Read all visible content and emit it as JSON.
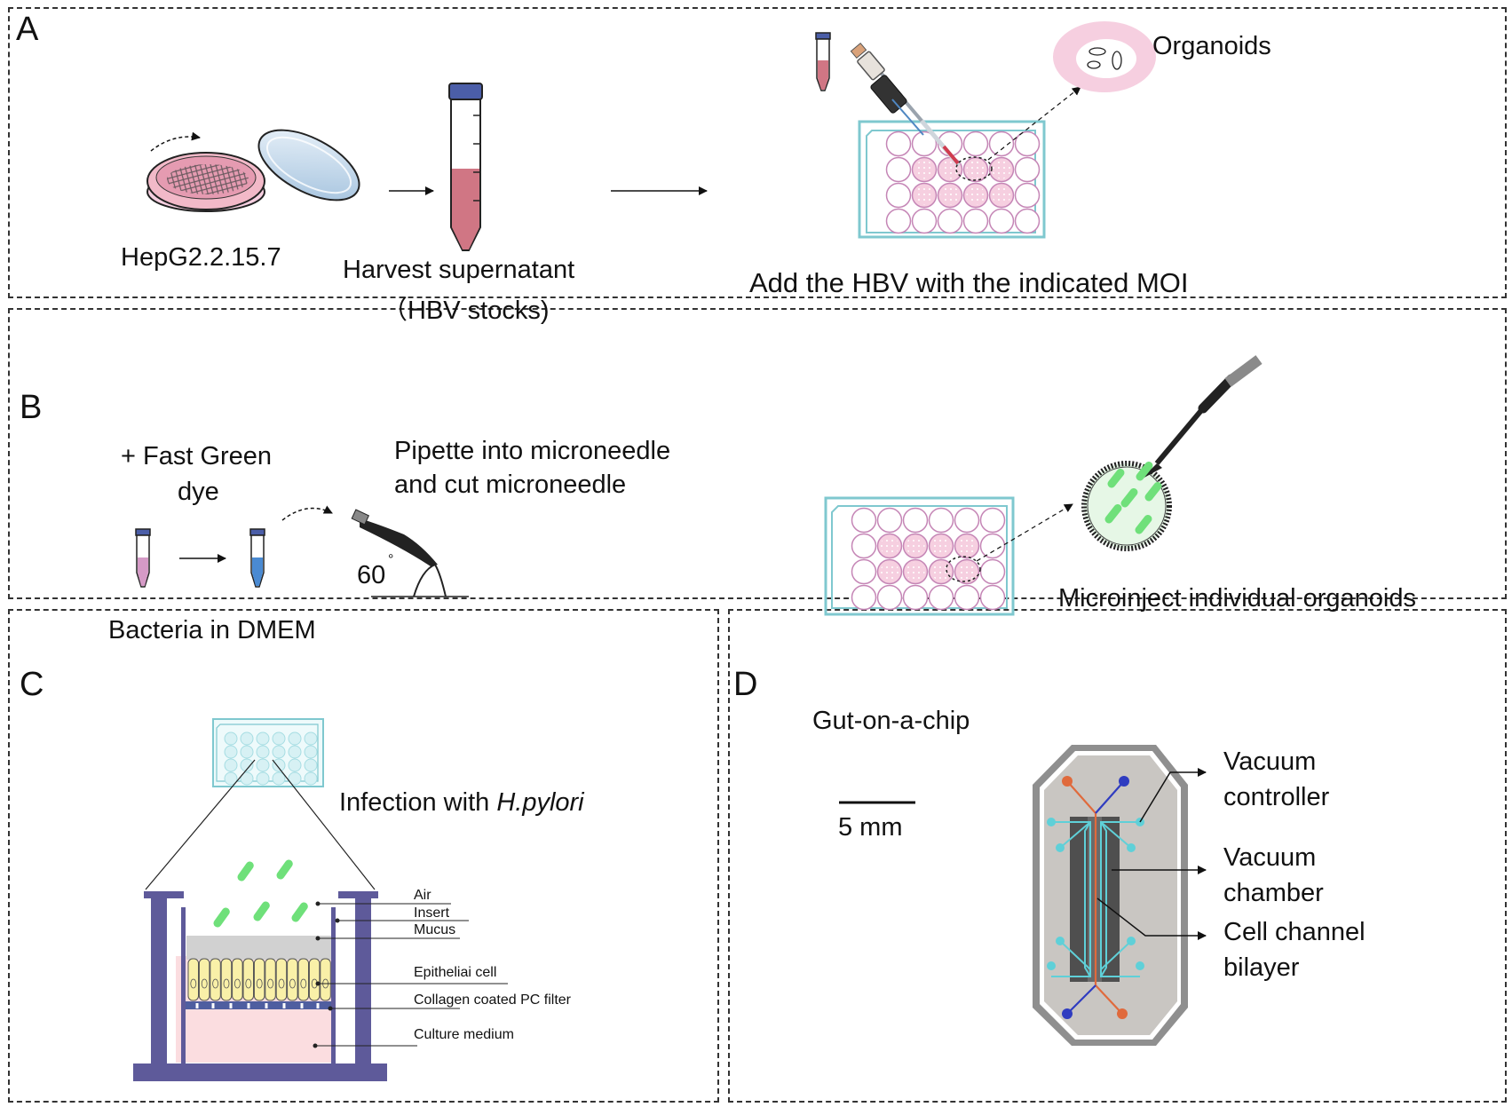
{
  "panels": {
    "a": {
      "letter": "A",
      "cell_line": "HepG2.2.15.7",
      "harvest_line1": "Harvest supernatant",
      "harvest_line2": "（HBV stocks)",
      "add_hbv": "Add the HBV with the indicated MOI",
      "organoids": "Organoids"
    },
    "b": {
      "letter": "B",
      "dye_line1": "+ Fast Green",
      "dye_line2": "dye",
      "pipette_line1": "Pipette into microneedle",
      "pipette_line2": "and cut microneedle",
      "angle": "60",
      "degree": "°",
      "bacteria": "Bacteria in DMEM",
      "microinject": "Microinject individual organoids"
    },
    "c": {
      "letter": "C",
      "infection_prefix": "Infection with ",
      "infection_species": "H.pylori",
      "layers": [
        "Air",
        "Insert",
        "Mucus",
        "Epitheliai cell",
        "Collagen coated PC filter",
        "Culture medium"
      ]
    },
    "d": {
      "letter": "D",
      "title": "Gut-on-a-chip",
      "scale": "5 mm",
      "vacuum_controller_1": "Vacuum",
      "vacuum_controller_2": "controller",
      "vacuum_chamber_1": "Vacuum",
      "vacuum_chamber_2": "chamber",
      "cell_channel_1": "Cell channel",
      "cell_channel_2": "bilayer"
    }
  },
  "colors": {
    "pink_fill": "#f6cfe0",
    "pink_outline": "#c586b6",
    "plate_outline": "#7fc8cf",
    "tube_red": "#d07684",
    "tube_cap": "#4b5ea8",
    "green": "#6fe07a",
    "insert_purple": "#5e5a9a",
    "chip_gray": "#c9c6c2",
    "chip_channel": "#4f4f4f",
    "cyan": "#5fd0d8",
    "orange": "#e06a3c",
    "blue": "#2f3cc0"
  }
}
